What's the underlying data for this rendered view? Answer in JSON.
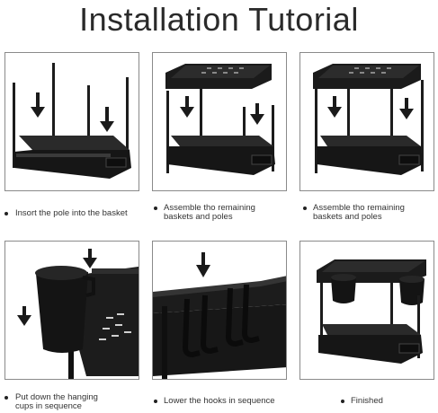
{
  "page": {
    "title": "Installation Tutorial"
  },
  "steps": [
    {
      "caption_1": "Insort the pole into the basket",
      "caption_2": ""
    },
    {
      "caption_1": "Assemble tho remaining",
      "caption_2": "baskets and poles"
    },
    {
      "caption_1": "Assemble tho remaining",
      "caption_2": "baskets and poles"
    },
    {
      "caption_1": "Put down the hanging",
      "caption_2": "cups in sequence"
    },
    {
      "caption_1": "Lower the hooks in sequence",
      "caption_2": ""
    },
    {
      "caption_1": "Finished",
      "caption_2": ""
    }
  ],
  "colors": {
    "metal": "#1c1c1c",
    "edge": "#444444",
    "frame": "#8a8a8a"
  },
  "icons": [
    "down-arrow-icon",
    "bullet-dot-icon"
  ]
}
